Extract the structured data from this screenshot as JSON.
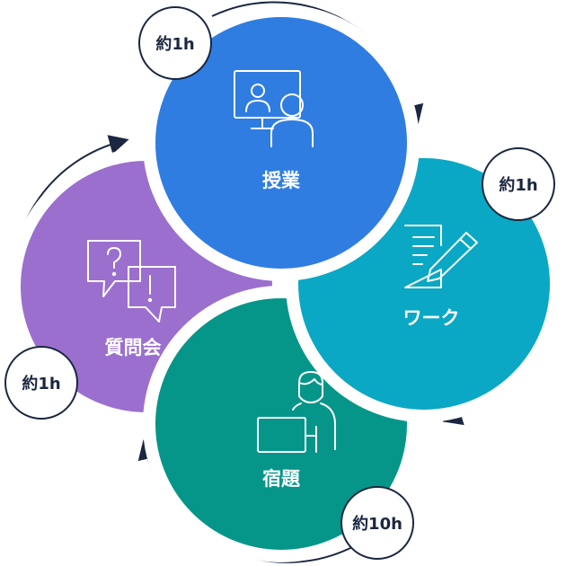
{
  "stages": [
    {
      "key": "lecture",
      "label": "授業",
      "duration": "約1h",
      "color": "#2f7de1",
      "icon": "presentation-icon"
    },
    {
      "key": "work",
      "label": "ワーク",
      "duration": "約1h",
      "color": "#0aa8c4",
      "icon": "document-pencil-icon"
    },
    {
      "key": "homework",
      "label": "宿題",
      "duration": "約10h",
      "color": "#059689",
      "icon": "person-laptop-icon"
    },
    {
      "key": "qa",
      "label": "質問会",
      "duration": "約1h",
      "color": "#9b6fce",
      "icon": "question-bubbles-icon"
    }
  ],
  "colors": {
    "ring": "#ffffff",
    "arrow": "#1b2740",
    "badge_border": "#1b2740",
    "badge_fill": "#ffffff"
  }
}
